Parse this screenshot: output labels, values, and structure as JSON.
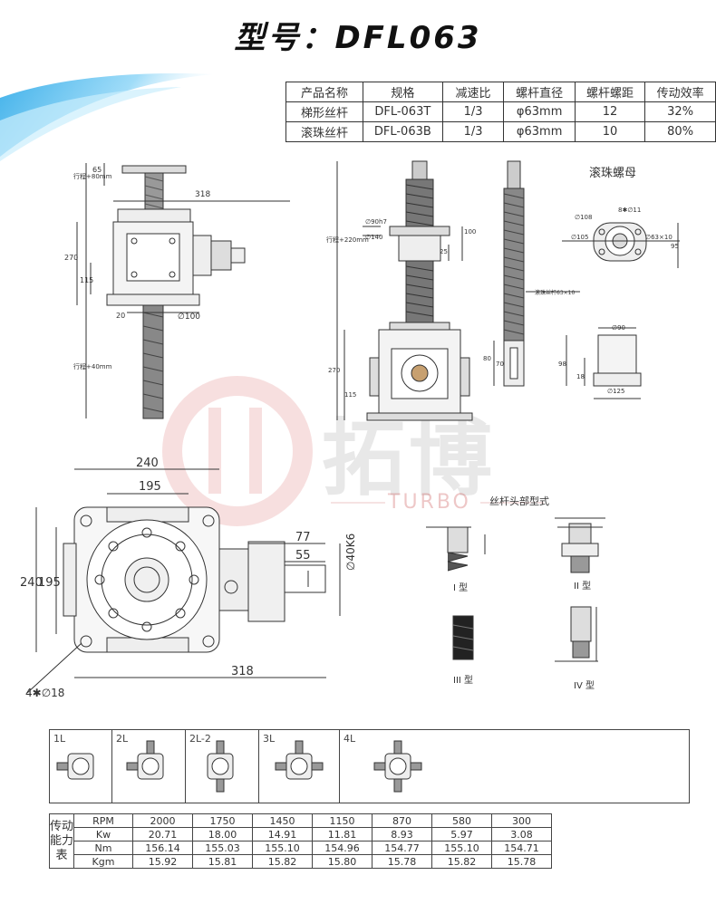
{
  "title": "型号：DFL063",
  "spec_table": {
    "headers": [
      "产品名称",
      "规格",
      "减速比",
      "螺杆直径",
      "螺杆螺距",
      "传动效率"
    ],
    "rows": [
      [
        "梯形丝杆",
        "DFL-063T",
        "1/3",
        "φ63mm",
        "12",
        "32%"
      ],
      [
        "滚珠丝杆",
        "DFL-063B",
        "1/3",
        "φ63mm",
        "10",
        "80%"
      ]
    ]
  },
  "drawing_labels": {
    "ball_nut_title": "滚珠螺母",
    "screw_head_title": "丝杆头部型式",
    "type_1": "I 型",
    "type_2": "II 型",
    "type_3": "III 型",
    "type_4": "IV 型",
    "ball_screw_note": "滚珠丝杆63×10",
    "dim_65": "65",
    "dim_318_top": "318",
    "dim_270": "270",
    "dim_115": "115",
    "dim_20": "20",
    "dim_phi100": "∅100",
    "stroke_80": "行程+80mm",
    "stroke_40": "行程+40mm",
    "stroke_220": "行程+220mm",
    "dim_90h7": "∅90h7",
    "dim_140": "∅140",
    "dim_100": "100",
    "dim_25": "25",
    "dim_270b": "270",
    "dim_115b": "115",
    "dim_80": "80",
    "dim_70": "70",
    "dim_phi108": "∅108",
    "dim_8phi11": "8✱∅11",
    "dim_phi105": "∅105",
    "dim_63x10": "∅63×10",
    "dim_95": "95",
    "dim_phi90": "∅90",
    "dim_98": "98",
    "dim_18": "18",
    "dim_phi125": "∅125",
    "dim_240_h": "240",
    "dim_195_h": "195",
    "dim_240_v": "240",
    "dim_195_v": "195",
    "dim_77": "77",
    "dim_55": "55",
    "dim_40k6": "∅40K6",
    "dim_318": "318",
    "dim_4x18": "4✱∅18"
  },
  "watermark": {
    "mark": "拓博",
    "sub": "TURBO"
  },
  "configurations": [
    "1L",
    "2L",
    "2L-2",
    "3L",
    "4L"
  ],
  "capacity_table": {
    "row_header": "传动能力表",
    "units": [
      "RPM",
      "Kw",
      "Nm",
      "Kgm"
    ],
    "columns": [
      [
        "2000",
        "20.71",
        "156.14",
        "15.92"
      ],
      [
        "1750",
        "18.00",
        "155.03",
        "15.81"
      ],
      [
        "1450",
        "14.91",
        "155.10",
        "15.82"
      ],
      [
        "1150",
        "11.81",
        "154.96",
        "15.80"
      ],
      [
        "870",
        "8.93",
        "154.77",
        "15.78"
      ],
      [
        "580",
        "5.97",
        "155.10",
        "15.82"
      ],
      [
        "300",
        "3.08",
        "154.71",
        "15.78"
      ]
    ]
  }
}
